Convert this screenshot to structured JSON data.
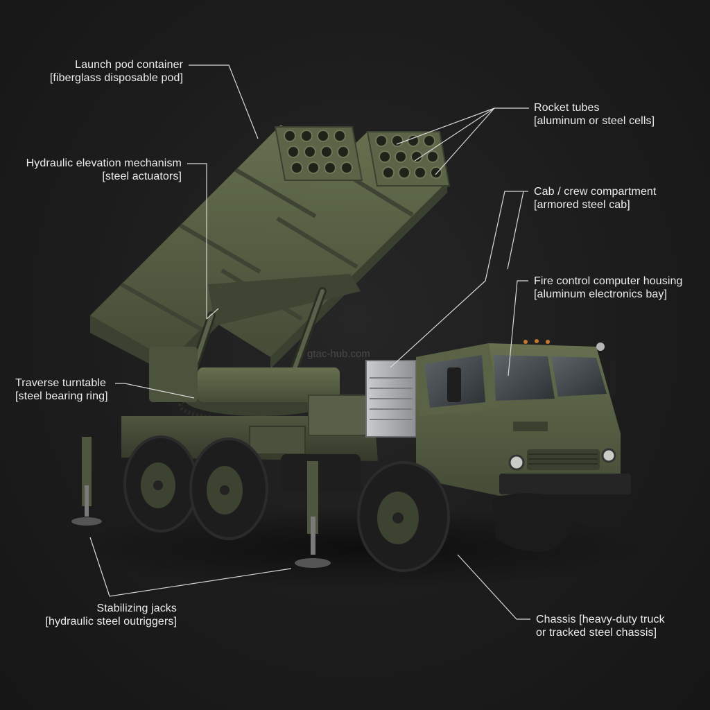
{
  "watermark": "gtac-hub.com",
  "colors": {
    "background": "#1c1c1c",
    "vehicle_green": "#545c44",
    "label_text": "#ededed",
    "leader_line": "#d9d9d9"
  },
  "labels": {
    "launch_pod": {
      "name": "Launch pod container",
      "material": "[fiberglass disposable pod]"
    },
    "rocket_tubes": {
      "name": "Rocket tubes",
      "material": "[aluminum or steel cells]"
    },
    "hydraulic_elevation": {
      "name": "Hydraulic elevation mechanism",
      "material": "[steel actuators]"
    },
    "cab": {
      "name": "Cab / crew compartment",
      "material": "[armored steel cab]"
    },
    "fire_control": {
      "name": "Fire control computer housing",
      "material": "[aluminum electronics bay]"
    },
    "turntable": {
      "name": "Traverse turntable",
      "material": "[steel bearing ring]"
    },
    "stabilizing_jacks": {
      "name": "Stabilizing jacks",
      "material": "[hydraulic steel outriggers]"
    },
    "chassis": {
      "line1": "Chassis [heavy-duty truck",
      "line2": "or tracked steel chassis]"
    }
  }
}
